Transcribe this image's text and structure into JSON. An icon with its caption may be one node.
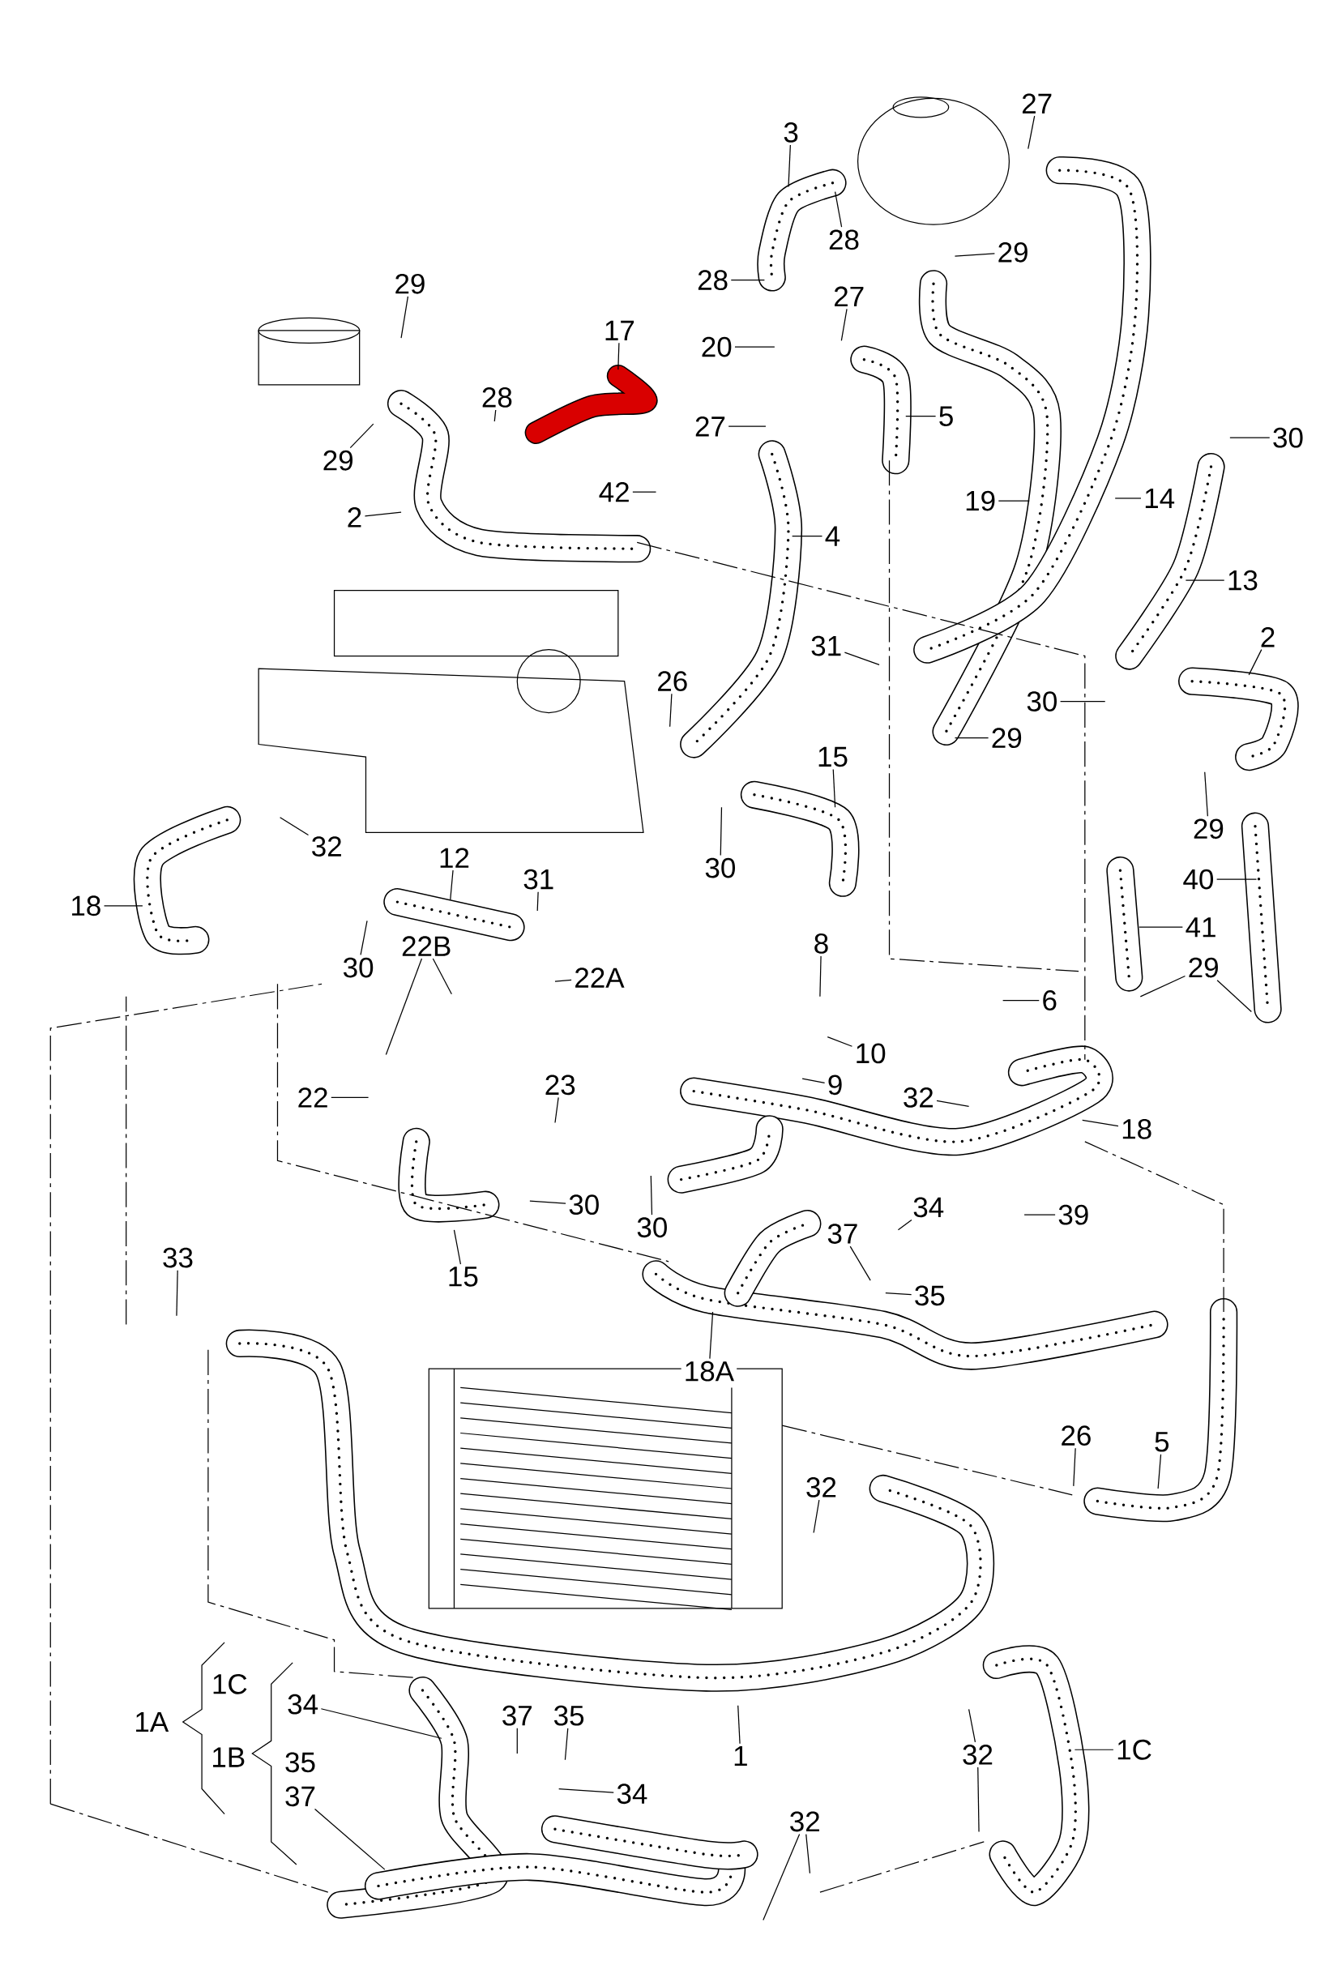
{
  "diagram": {
    "nodes": [
      {
        "text": [
          "3"
        ]
      },
      {
        "text": [
          "27"
        ]
      },
      {
        "text": [
          "28"
        ]
      },
      {
        "text": [
          "29"
        ]
      },
      {
        "text": [
          "29"
        ]
      },
      {
        "text": [
          "17"
        ]
      },
      {
        "text": [
          "28"
        ]
      },
      {
        "text": [
          "27"
        ]
      },
      {
        "text": [
          "20"
        ]
      },
      {
        "text": [
          "28"
        ]
      },
      {
        "text": [
          "27"
        ]
      },
      {
        "text": [
          "5"
        ]
      },
      {
        "text": [
          "29"
        ]
      },
      {
        "text": [
          "42"
        ]
      },
      {
        "text": [
          "2"
        ]
      },
      {
        "text": [
          "4"
        ]
      },
      {
        "text": [
          "19"
        ]
      },
      {
        "text": [
          "14"
        ]
      },
      {
        "text": [
          "30"
        ]
      },
      {
        "text": [
          "13"
        ]
      },
      {
        "text": [
          "2"
        ]
      },
      {
        "text": [
          "31"
        ]
      },
      {
        "text": [
          "26"
        ]
      },
      {
        "text": [
          "15"
        ]
      },
      {
        "text": [
          "30"
        ]
      },
      {
        "text": [
          "29"
        ]
      },
      {
        "text": [
          "29"
        ]
      },
      {
        "text": [
          "40"
        ]
      },
      {
        "text": [
          "41"
        ]
      },
      {
        "text": [
          "29"
        ]
      },
      {
        "text": [
          "32"
        ]
      },
      {
        "text": [
          "12"
        ]
      },
      {
        "text": [
          "30"
        ]
      },
      {
        "text": [
          "18"
        ]
      },
      {
        "text": [
          "31"
        ]
      },
      {
        "text": [
          "30"
        ]
      },
      {
        "text": [
          "22B"
        ]
      },
      {
        "text": [
          "22A"
        ]
      },
      {
        "text": [
          "8"
        ]
      },
      {
        "text": [
          "6"
        ]
      },
      {
        "text": [
          "10"
        ]
      },
      {
        "text": [
          "9"
        ]
      },
      {
        "text": [
          "22"
        ]
      },
      {
        "text": [
          "23"
        ]
      },
      {
        "text": [
          "32"
        ]
      },
      {
        "text": [
          "18"
        ]
      },
      {
        "text": [
          "30"
        ]
      },
      {
        "text": [
          "30"
        ]
      },
      {
        "text": [
          "15"
        ]
      },
      {
        "text": [
          "34"
        ]
      },
      {
        "text": [
          "39"
        ]
      },
      {
        "text": [
          "37"
        ]
      },
      {
        "text": [
          "35"
        ]
      },
      {
        "text": [
          "33"
        ]
      },
      {
        "text": [
          "18A"
        ]
      },
      {
        "text": [
          "26"
        ]
      },
      {
        "text": [
          "5"
        ]
      },
      {
        "text": [
          "32"
        ]
      },
      {
        "text": [
          "1"
        ]
      },
      {
        "text": [
          "1C"
        ]
      },
      {
        "text": [
          "32"
        ]
      },
      {
        "text": [
          "32"
        ]
      },
      {
        "text": [
          "34"
        ]
      },
      {
        "text": [
          "37"
        ]
      },
      {
        "text": [
          "35"
        ]
      },
      {
        "text": [
          "34"
        ]
      },
      {
        "text": [
          "37"
        ]
      }
    ],
    "edges": [
      {
        "from": 0,
        "to": null,
        "arrow": "none"
      },
      {
        "from": 1,
        "to": null,
        "arrow": "none"
      },
      {
        "from": 2,
        "to": null,
        "arrow": "none"
      },
      {
        "from": 3,
        "to": null,
        "arrow": "none"
      },
      {
        "from": 4,
        "to": null,
        "arrow": "none"
      },
      {
        "from": 5,
        "to": null,
        "arrow": "none"
      },
      {
        "from": 6,
        "to": null,
        "arrow": "none"
      },
      {
        "from": 7,
        "to": null,
        "arrow": "none"
      },
      {
        "from": 8,
        "to": null,
        "arrow": "none"
      },
      {
        "from": 9,
        "to": null,
        "arrow": "none"
      },
      {
        "from": 10,
        "to": null,
        "arrow": "none"
      },
      {
        "from": 11,
        "to": null,
        "arrow": "none"
      },
      {
        "from": 12,
        "to": null,
        "arrow": "none"
      },
      {
        "from": 13,
        "to": null,
        "arrow": "none"
      },
      {
        "from": 14,
        "to": null,
        "arrow": "none"
      },
      {
        "from": 15,
        "to": null,
        "arrow": "none"
      },
      {
        "from": 16,
        "to": null,
        "arrow": "none"
      },
      {
        "from": 17,
        "to": null,
        "arrow": "none"
      },
      {
        "from": 18,
        "to": null,
        "arrow": "none"
      },
      {
        "from": 19,
        "to": null,
        "arrow": "none"
      },
      {
        "from": 20,
        "to": null,
        "arrow": "none"
      },
      {
        "from": 21,
        "to": null,
        "arrow": "none"
      },
      {
        "from": 22,
        "to": null,
        "arrow": "none"
      },
      {
        "from": 23,
        "to": null,
        "arrow": "none"
      },
      {
        "from": 24,
        "to": null,
        "arrow": "none"
      },
      {
        "from": 25,
        "to": null,
        "arrow": "none"
      },
      {
        "from": 26,
        "to": null,
        "arrow": "none"
      },
      {
        "from": 27,
        "to": null,
        "arrow": "none"
      },
      {
        "from": 28,
        "to": null,
        "arrow": "none"
      },
      {
        "from": 29,
        "to": null,
        "arrow": "none"
      },
      {
        "from": 29,
        "to": null,
        "arrow": "none"
      },
      {
        "from": 30,
        "to": null,
        "arrow": "none"
      },
      {
        "from": 31,
        "to": null,
        "arrow": "none"
      },
      {
        "from": 32,
        "to": null,
        "arrow": "none"
      },
      {
        "from": 33,
        "to": null,
        "arrow": "none"
      },
      {
        "from": 34,
        "to": null,
        "arrow": "none"
      },
      {
        "from": 35,
        "to": null,
        "arrow": "none"
      },
      {
        "from": 36,
        "to": null,
        "arrow": "none"
      },
      {
        "from": 36,
        "to": null,
        "arrow": "none"
      },
      {
        "from": 37,
        "to": null,
        "arrow": "none"
      },
      {
        "from": 38,
        "to": null,
        "arrow": "none"
      },
      {
        "from": 39,
        "to": null,
        "arrow": "none"
      },
      {
        "from": 40,
        "to": null,
        "arrow": "none"
      },
      {
        "from": 41,
        "to": null,
        "arrow": "none"
      },
      {
        "from": 42,
        "to": null,
        "arrow": "none"
      },
      {
        "from": 43,
        "to": null,
        "arrow": "none"
      },
      {
        "from": 44,
        "to": null,
        "arrow": "none"
      },
      {
        "from": 45,
        "to": null,
        "arrow": "none"
      },
      {
        "from": 46,
        "to": null,
        "arrow": "none"
      },
      {
        "from": 47,
        "to": null,
        "arrow": "none"
      },
      {
        "from": 48,
        "to": null,
        "arrow": "none"
      },
      {
        "from": 49,
        "to": null,
        "arrow": "none"
      },
      {
        "from": 50,
        "to": null,
        "arrow": "none"
      },
      {
        "from": 51,
        "to": null,
        "arrow": "none"
      },
      {
        "from": 52,
        "to": null,
        "arrow": "none"
      },
      {
        "from": 53,
        "to": null,
        "arrow": "none"
      },
      {
        "from": 54,
        "to": null,
        "arrow": "none"
      },
      {
        "from": 55,
        "to": null,
        "arrow": "none"
      },
      {
        "from": 56,
        "to": null,
        "arrow": "none"
      },
      {
        "from": 57,
        "to": null,
        "arrow": "none"
      },
      {
        "from": 58,
        "to": null,
        "arrow": "none"
      },
      {
        "from": 59,
        "to": null,
        "arrow": "none"
      },
      {
        "from": 60,
        "to": null,
        "arrow": "none"
      },
      {
        "from": 60,
        "to": null,
        "arrow": "none"
      },
      {
        "from": 61,
        "to": null,
        "arrow": "none"
      },
      {
        "from": 61,
        "to": null,
        "arrow": "none"
      },
      {
        "from": 62,
        "to": null,
        "arrow": "none"
      },
      {
        "from": 63,
        "to": null,
        "arrow": "none"
      },
      {
        "from": 64,
        "to": null,
        "arrow": "none"
      },
      {
        "from": 65,
        "to": null,
        "arrow": "none"
      },
      {
        "from": 66,
        "to": null,
        "arrow": "none"
      }
    ],
    "labels": [
      "1A",
      "1C",
      "1B",
      "35"
    ]
  }
}
